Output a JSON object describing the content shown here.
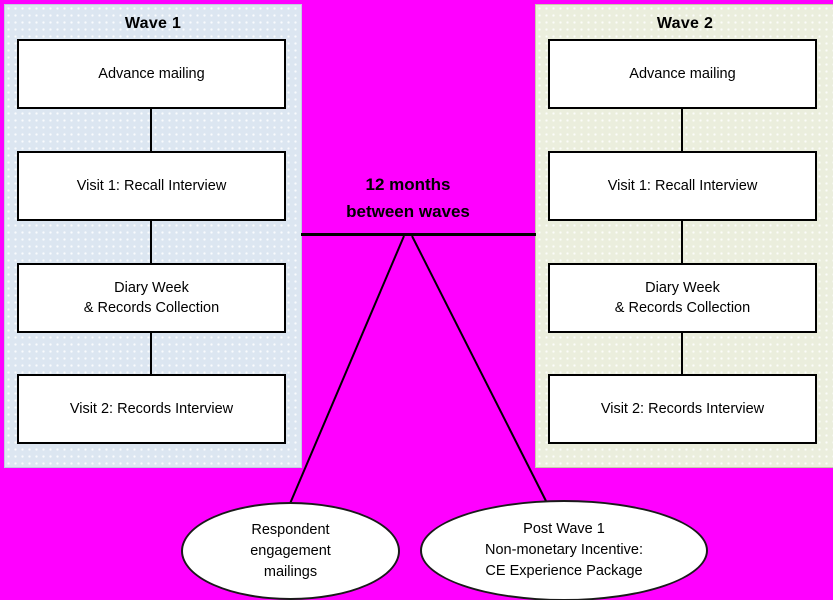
{
  "diagram": {
    "background_color": "#ff00ff",
    "panels": [
      {
        "title": "Wave 1",
        "fill_color": "#dce6f1",
        "steps": [
          [
            "Advance mailing"
          ],
          [
            "Visit 1: Recall Interview"
          ],
          [
            "Diary Week",
            "& Records Collection"
          ],
          [
            "Visit 2: Records Interview"
          ]
        ]
      },
      {
        "title": "Wave 2",
        "fill_color": "#ebeedd",
        "steps": [
          [
            "Advance mailing"
          ],
          [
            "Visit 1: Recall Interview"
          ],
          [
            "Diary Week",
            "& Records Collection"
          ],
          [
            "Visit 2: Records Interview"
          ]
        ]
      }
    ],
    "center_label": [
      "12 months",
      "between waves"
    ],
    "callouts": [
      {
        "lines": [
          "Respondent",
          "engagement",
          "mailings"
        ]
      },
      {
        "lines": [
          "Post Wave 1",
          "Non-monetary Incentive:",
          "CE Experience Package"
        ]
      }
    ],
    "line_color": "#000000",
    "box_fill": "#ffffff"
  }
}
